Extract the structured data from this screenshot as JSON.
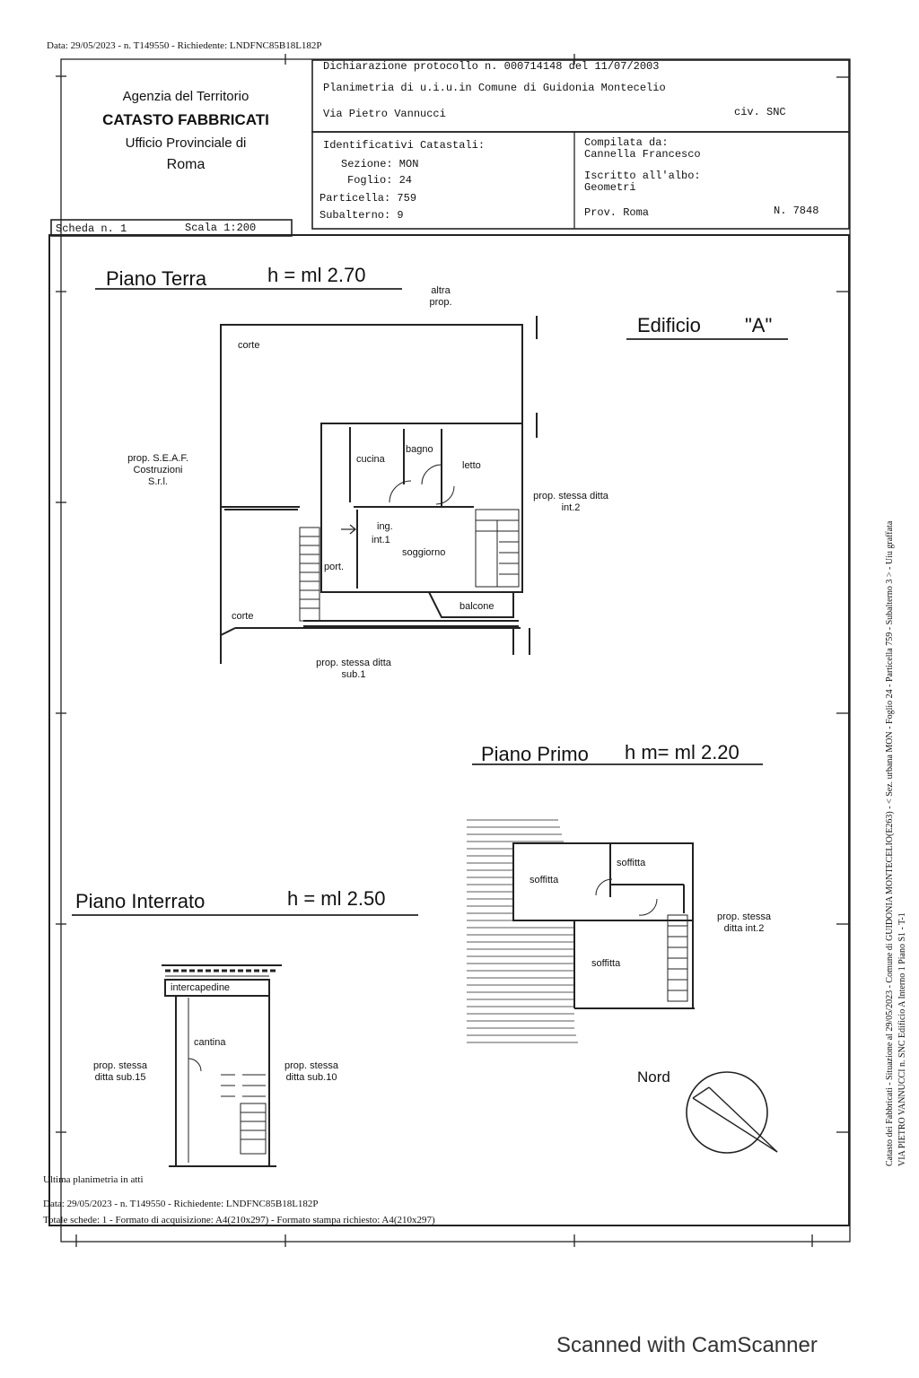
{
  "header": {
    "top_line": "Data: 29/05/2023 - n. T149550 - Richiedente: LNDFNC85B18L182P",
    "agency_line1": "Agenzia del Territorio",
    "agency_line2": "CATASTO FABBRICATI",
    "agency_line3": "Ufficio Provinciale di",
    "agency_line4": "Roma",
    "dichiarazione": "Dichiarazione protocollo n. 000714148 del 11/07/2003",
    "planimetria": "Planimetria di u.i.u.in Comune di Guidonia Montecelio",
    "via": "Via Pietro Vannucci",
    "civico": "civ. SNC",
    "identificativi_title": "Identificativi Catastali:",
    "sezione": "Sezione: MON",
    "foglio": "Foglio: 24",
    "particella": "Particella: 759",
    "subalterno": "Subalterno: 9",
    "compilata_label": "Compilata da:",
    "compilata_name": "Cannella Francesco",
    "iscritto_label": "Iscritto all'albo:",
    "iscritto_value": "Geometri",
    "prov": "Prov. Roma",
    "numero": "N. 7848",
    "scheda": "Scheda n. 1",
    "scala": "Scala 1:200"
  },
  "piano_terra": {
    "title": "Piano Terra",
    "height": "h = ml 2.70",
    "edificio_label": "Edificio",
    "edificio_value": "\"A\"",
    "altra_prop": "altra prop.",
    "rooms": {
      "corte_top": "corte",
      "cucina": "cucina",
      "bagno": "bagno",
      "letto": "letto",
      "ing": "ing.",
      "int": "int.1",
      "soggiorno": "soggiorno",
      "port": "port.",
      "corte_bottom": "corte",
      "balcone": "balcone"
    },
    "prop_left": "prop. S.E.A.F. Costruzioni S.r.l.",
    "prop_right": "prop. stessa ditta int.2",
    "prop_bottom": "prop. stessa ditta sub.1"
  },
  "piano_primo": {
    "title": "Piano Primo",
    "height": "h m= ml 2.20",
    "rooms": [
      "soffitta",
      "soffitta",
      "soffitta"
    ],
    "prop_right": "prop. stessa ditta int.2"
  },
  "piano_interrato": {
    "title": "Piano Interrato",
    "height": "h = ml 2.50",
    "intercapedine": "intercapedine",
    "cantina": "cantina",
    "prop_left": "prop. stessa ditta sub.15",
    "prop_right": "prop. stessa ditta sub.10"
  },
  "nord": "Nord",
  "footer": {
    "ultima": "Ultima planimetria in atti",
    "data_line": "Data: 29/05/2023 - n. T149550 - Richiedente: LNDFNC85B18L182P",
    "totale_line": "Totale schede: 1 - Formato di acquisizione: A4(210x297) - Formato stampa richiesto: A4(210x297)"
  },
  "side_text": {
    "line1": "Catasto dei Fabbricati - Situazione al 29/05/2023 - Comune di GUIDONIA MONTECELIO(E263) - < Sez. urbana MON - Foglio 24 - Particella 759 - Subalterno 3 > - Uiu graffata",
    "line2": "VIA PIETRO VANNUCCI n. SNC Edificio A Interno 1 Piano S1 - T-1"
  },
  "watermark": "Scanned with CamScanner"
}
